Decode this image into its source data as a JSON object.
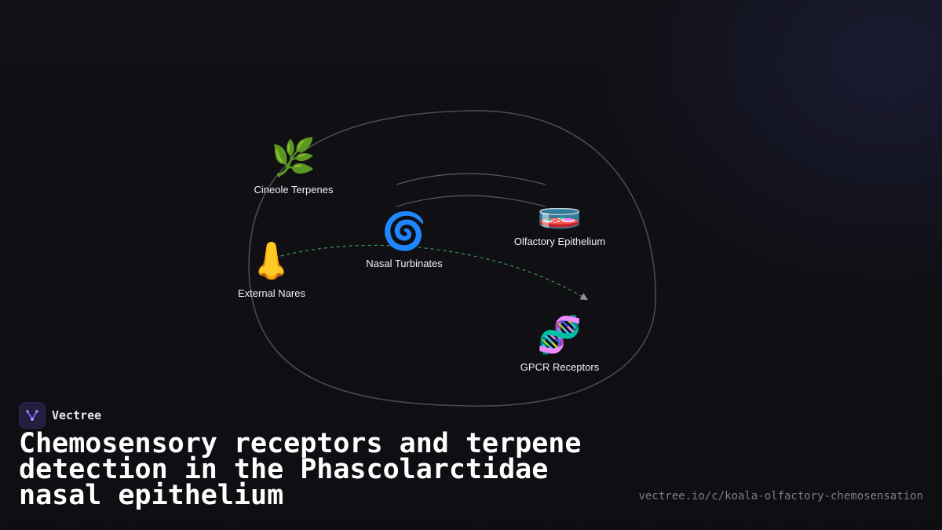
{
  "brand": {
    "name": "Vectree",
    "logo_icon": "vectree-logo-icon",
    "accent": "#8b5cf6"
  },
  "title": "Chemosensory receptors and terpene detection in the Phascolarctidae nasal epithelium",
  "url": "vectree.io/c/koala-olfactory-chemosensation",
  "colors": {
    "background": "#101015",
    "outline": "#4a4a52",
    "connector": "#3f9a55",
    "arc": "#5a5a63"
  },
  "diagram": {
    "nodes": [
      {
        "id": "cineole-terpenes",
        "label": "Cineole Terpenes",
        "icon": "herb-icon",
        "glyph": "🌿"
      },
      {
        "id": "external-nares",
        "label": "External Nares",
        "icon": "nose-icon",
        "glyph": "👃"
      },
      {
        "id": "nasal-turbinates",
        "label": "Nasal Turbinates",
        "icon": "cyclone-icon",
        "glyph": "🌀"
      },
      {
        "id": "olfactory-epithelium",
        "label": "Olfactory Epithelium",
        "icon": "petri-dish-icon",
        "glyph": "🧫"
      },
      {
        "id": "gpcr-receptors",
        "label": "GPCR Receptors",
        "icon": "dna-icon",
        "glyph": "🧬"
      }
    ]
  }
}
